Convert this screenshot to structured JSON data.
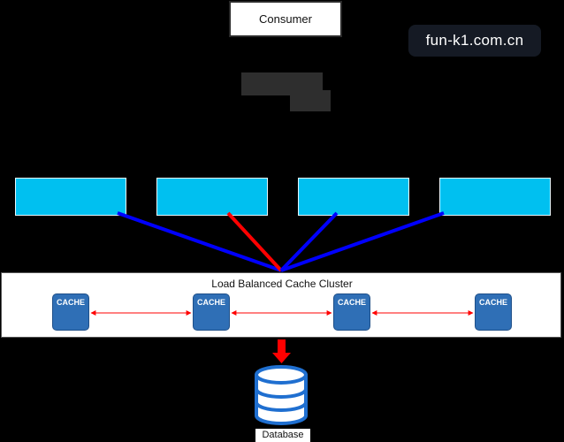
{
  "consumer": {
    "label": "Consumer"
  },
  "watermark": {
    "text": "fun-k1.com.cn"
  },
  "cluster": {
    "title": "Load Balanced Cache Cluster"
  },
  "caches": [
    {
      "label": "CACHE"
    },
    {
      "label": "CACHE"
    },
    {
      "label": "CACHE"
    },
    {
      "label": "CACHE"
    }
  ],
  "database": {
    "label": "Database"
  },
  "colors": {
    "service": "#00c0f0",
    "cache": "#2f6fb6",
    "link_blue": "#0000ff",
    "link_red": "#ff0000",
    "background": "#000000"
  }
}
